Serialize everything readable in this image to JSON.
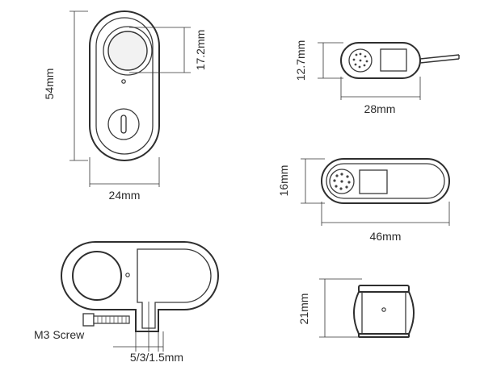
{
  "labels": {
    "front_height": "54mm",
    "front_width": "24mm",
    "lens_size": "17.2mm",
    "small_height": "12.7mm",
    "small_width": "28mm",
    "mid_height": "16mm",
    "mid_width": "46mm",
    "cyl_height": "21mm",
    "screw": "M3 Screw",
    "gaps": "5/3/1.5mm"
  },
  "colors": {
    "line": "#2e2e2e",
    "text": "#2b2b2b",
    "background": "#ffffff"
  }
}
